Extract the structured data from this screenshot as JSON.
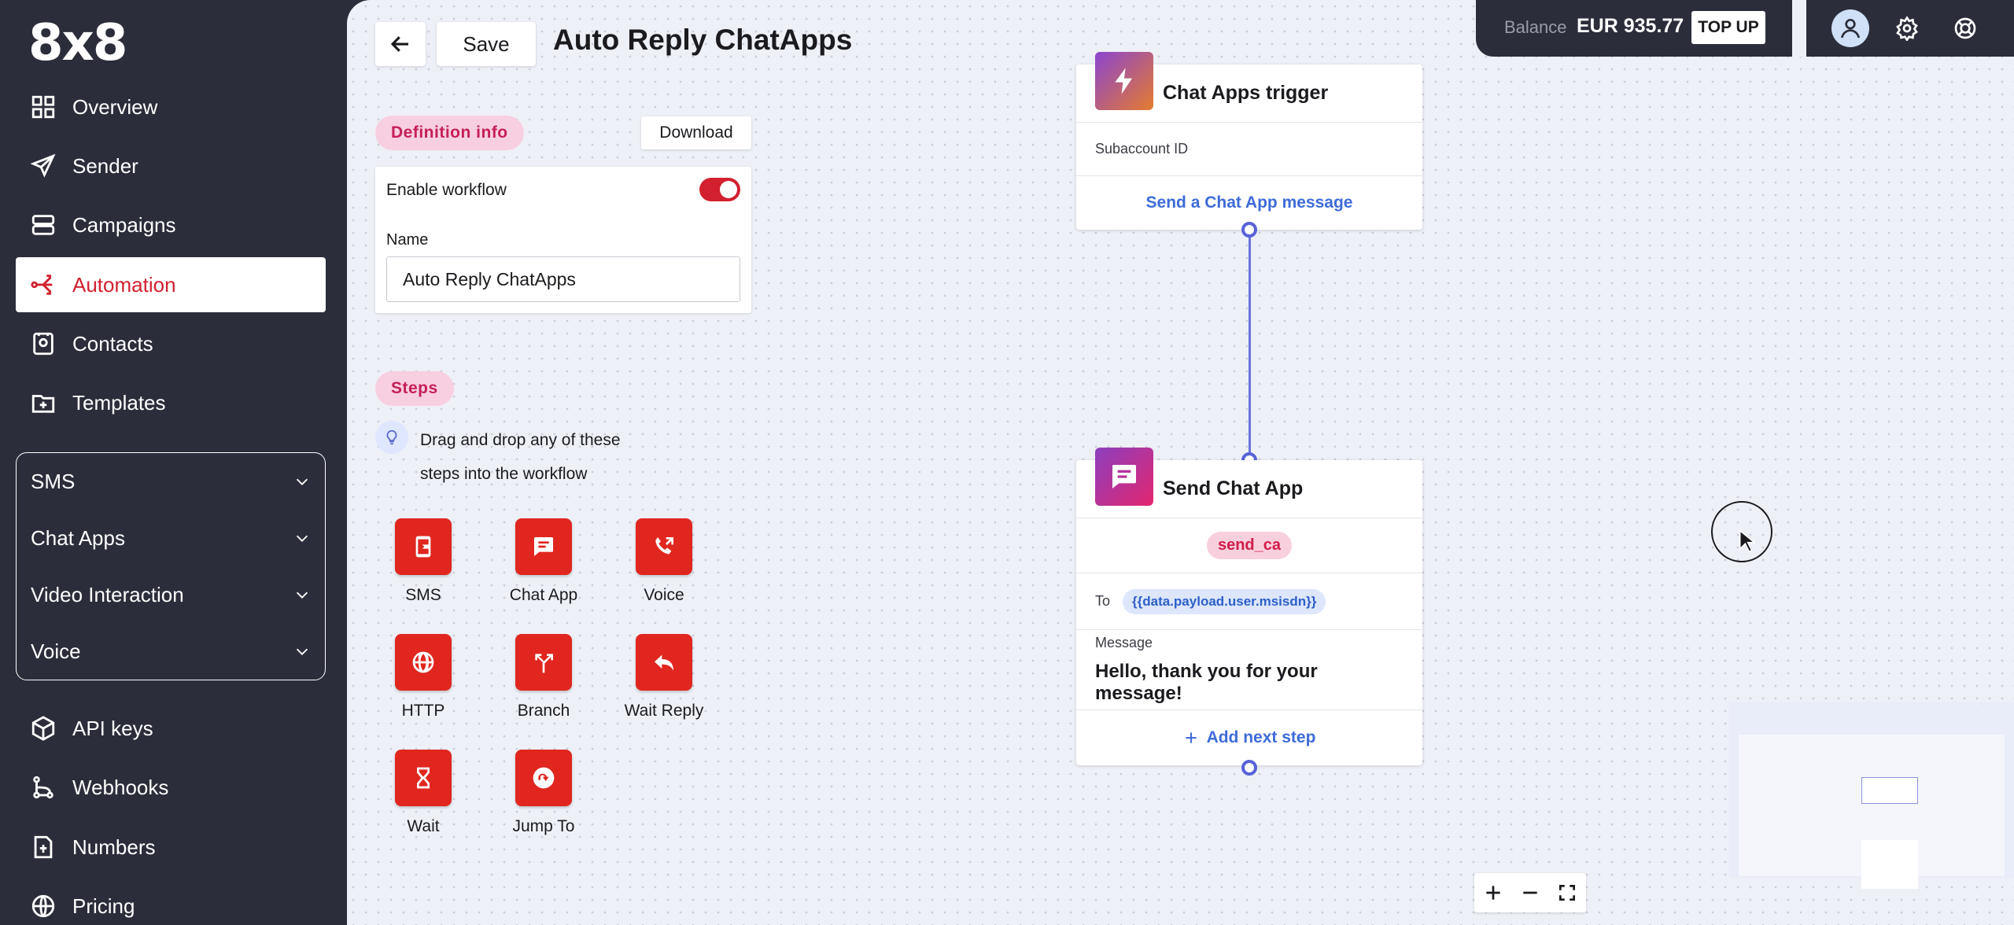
{
  "brand": {
    "logo": "8x8"
  },
  "sidebar": {
    "items": [
      {
        "label": "Overview",
        "icon": "grid-icon"
      },
      {
        "label": "Sender",
        "icon": "send-icon"
      },
      {
        "label": "Campaigns",
        "icon": "stack-icon"
      },
      {
        "label": "Automation",
        "icon": "flow-icon",
        "active": true
      },
      {
        "label": "Contacts",
        "icon": "contact-icon"
      },
      {
        "label": "Templates",
        "icon": "template-icon"
      }
    ],
    "groups": [
      {
        "label": "SMS"
      },
      {
        "label": "Chat Apps"
      },
      {
        "label": "Video Interaction"
      },
      {
        "label": "Voice"
      }
    ],
    "bottom_items": [
      {
        "label": "API keys",
        "icon": "key-icon"
      },
      {
        "label": "Webhooks",
        "icon": "webhook-icon"
      },
      {
        "label": "Numbers",
        "icon": "number-icon"
      },
      {
        "label": "Pricing",
        "icon": "globe-icon"
      }
    ]
  },
  "header": {
    "save_label": "Save",
    "title": "Auto Reply ChatApps",
    "balance_label": "Balance",
    "balance_value": "EUR 935.77",
    "topup_label": "TOP UP"
  },
  "definition": {
    "section_label": "Definition info",
    "download_label": "Download",
    "enable_label": "Enable workflow",
    "enabled": true,
    "name_label": "Name",
    "name_value": "Auto Reply ChatApps"
  },
  "steps": {
    "section_label": "Steps",
    "hint": "Drag and drop any of these steps into the workflow",
    "items": [
      {
        "label": "SMS",
        "icon": "sms-icon"
      },
      {
        "label": "Chat App",
        "icon": "chat-icon"
      },
      {
        "label": "Voice",
        "icon": "phone-icon"
      },
      {
        "label": "HTTP",
        "icon": "globe-icon"
      },
      {
        "label": "Branch",
        "icon": "branch-icon"
      },
      {
        "label": "Wait Reply",
        "icon": "reply-icon"
      },
      {
        "label": "Wait",
        "icon": "hourglass-icon"
      },
      {
        "label": "Jump To",
        "icon": "jump-icon"
      }
    ]
  },
  "workflow": {
    "trigger": {
      "title": "Chat Apps trigger",
      "field": "Subaccount ID",
      "action": "Send a Chat App message"
    },
    "send": {
      "title": "Send Chat App",
      "tag": "send_ca",
      "to_label": "To",
      "to_value": "{{data.payload.user.msisdn}}",
      "message_label": "Message",
      "message_value": "Hello, thank you for your message!",
      "add_step": "Add next step"
    }
  },
  "colors": {
    "accent": "#d2202f",
    "sidebar_bg": "#2b2d3a",
    "link": "#3e6bd9",
    "connector": "#5862d8"
  }
}
